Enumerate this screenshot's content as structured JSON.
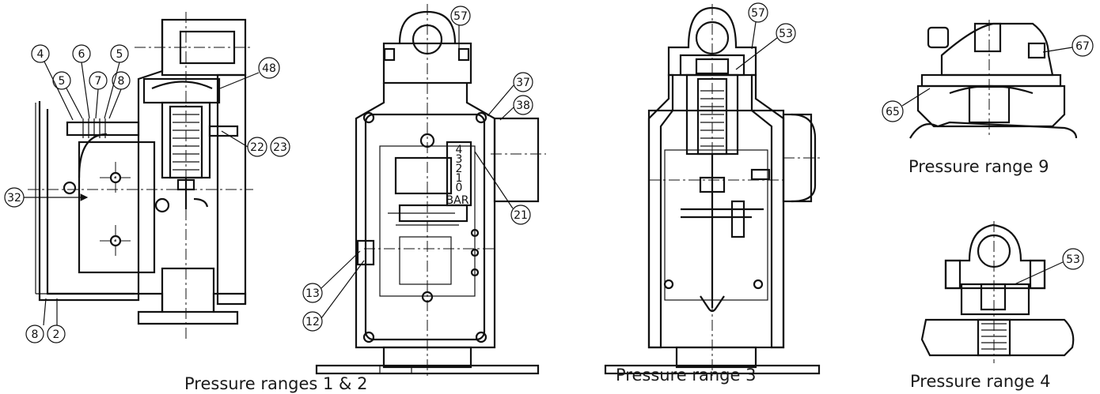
{
  "captions": {
    "ranges_1_2": "Pressure ranges 1 & 2",
    "range_3": "Pressure range 3",
    "range_9": "Pressure range 9",
    "range_4": "Pressure range 4"
  },
  "scale_label": "BAR",
  "scale_numbers": [
    "4",
    "3",
    "2",
    "1",
    "0"
  ],
  "callouts": {
    "fig1": [
      "4",
      "6",
      "5",
      "5",
      "7",
      "8",
      "48",
      "22",
      "23",
      "32",
      "8",
      "2"
    ],
    "fig2": [
      "57",
      "37",
      "38",
      "21",
      "13",
      "12"
    ],
    "fig3": [
      "57",
      "53"
    ],
    "fig4": [
      "67",
      "65"
    ],
    "fig5": [
      "53"
    ]
  }
}
